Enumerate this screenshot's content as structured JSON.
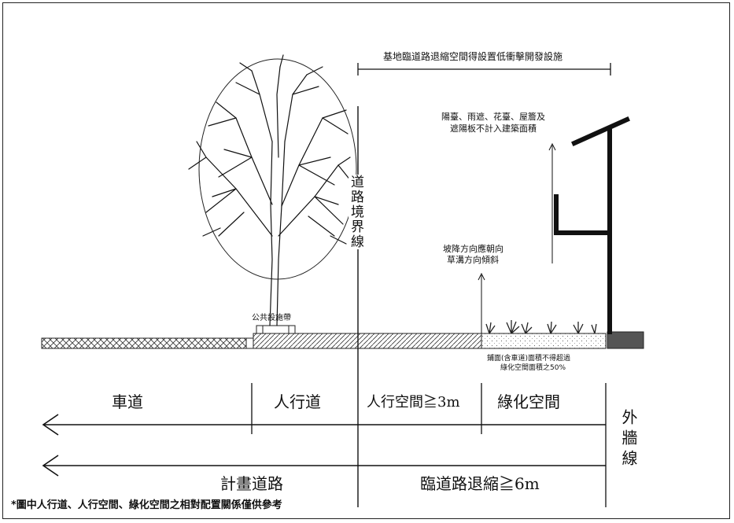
{
  "header": {
    "setback_note": "基地臨道路退縮空間得設置低衝擊開發設施"
  },
  "labels": {
    "road_boundary": "道路境界線",
    "balcony_note_line1": "陽臺、雨遮、花臺、屋簷及",
    "balcony_note_line2": "遮陽板不計入建築面積",
    "slope_line1": "坡降方向應朝向",
    "slope_line2": "草溝方向傾斜",
    "public_facility": "公共設施帶",
    "paving_line1": "鋪面(含車道)面積不得超過",
    "paving_line2": "綠化空間面積之50%"
  },
  "zones": {
    "carriageway": "車道",
    "sidewalk": "人行道",
    "ped_space": "人行空間≧3m",
    "green_space": "綠化空間",
    "planned_road": "計畫道路",
    "setback": "臨道路退縮≧6m",
    "outer_wall": "外牆線"
  },
  "footnote": "*圖中人行道、人行空間、綠化空間之相對配置關係僅供參考",
  "icons": [
    "tree-icon",
    "plant-icon",
    "arrow-left-icon",
    "arrow-up-icon"
  ],
  "colors": {
    "line": "#111111",
    "ground_dark": "#555555",
    "paper": "#ffffff"
  }
}
